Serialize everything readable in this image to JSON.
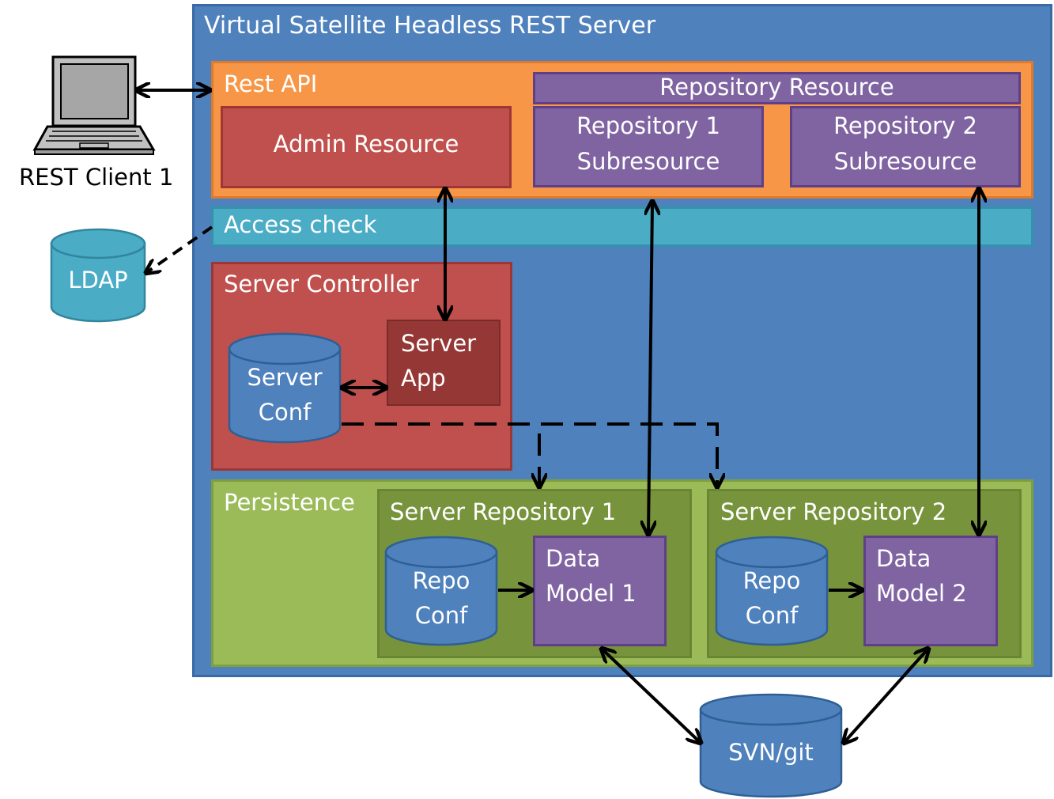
{
  "server": {
    "title": "Virtual Satellite Headless REST Server"
  },
  "rest_api": {
    "title": "Rest API",
    "admin_resource": "Admin Resource",
    "repository_resource": "Repository Resource",
    "subresource_1": {
      "line1": "Repository 1",
      "line2": "Subresource"
    },
    "subresource_2": {
      "line1": "Repository 2",
      "line2": "Subresource"
    }
  },
  "access_check": "Access check",
  "server_controller": {
    "title": "Server Controller",
    "server_conf": {
      "line1": "Server",
      "line2": "Conf"
    },
    "server_app": {
      "line1": "Server",
      "line2": "App"
    }
  },
  "persistence": {
    "title": "Persistence",
    "repo_1": {
      "title": "Server Repository 1",
      "conf": {
        "line1": "Repo",
        "line2": "Conf"
      },
      "data_model": {
        "line1": "Data",
        "line2": "Model 1"
      }
    },
    "repo_2": {
      "title": "Server Repository 2",
      "conf": {
        "line1": "Repo",
        "line2": "Conf"
      },
      "data_model": {
        "line1": "Data",
        "line2": "Model 2"
      }
    }
  },
  "rest_client": "REST Client 1",
  "ldap": "LDAP",
  "svn": "SVN/git",
  "colors": {
    "server": "#4f81bd",
    "rest_api": "#f79646",
    "admin": "#c0504d",
    "repository": "#8064a2",
    "access": "#4bacc6",
    "persistence": "#9bbb59",
    "repo_box": "#77933c"
  },
  "icons": {
    "client": "laptop-icon"
  }
}
